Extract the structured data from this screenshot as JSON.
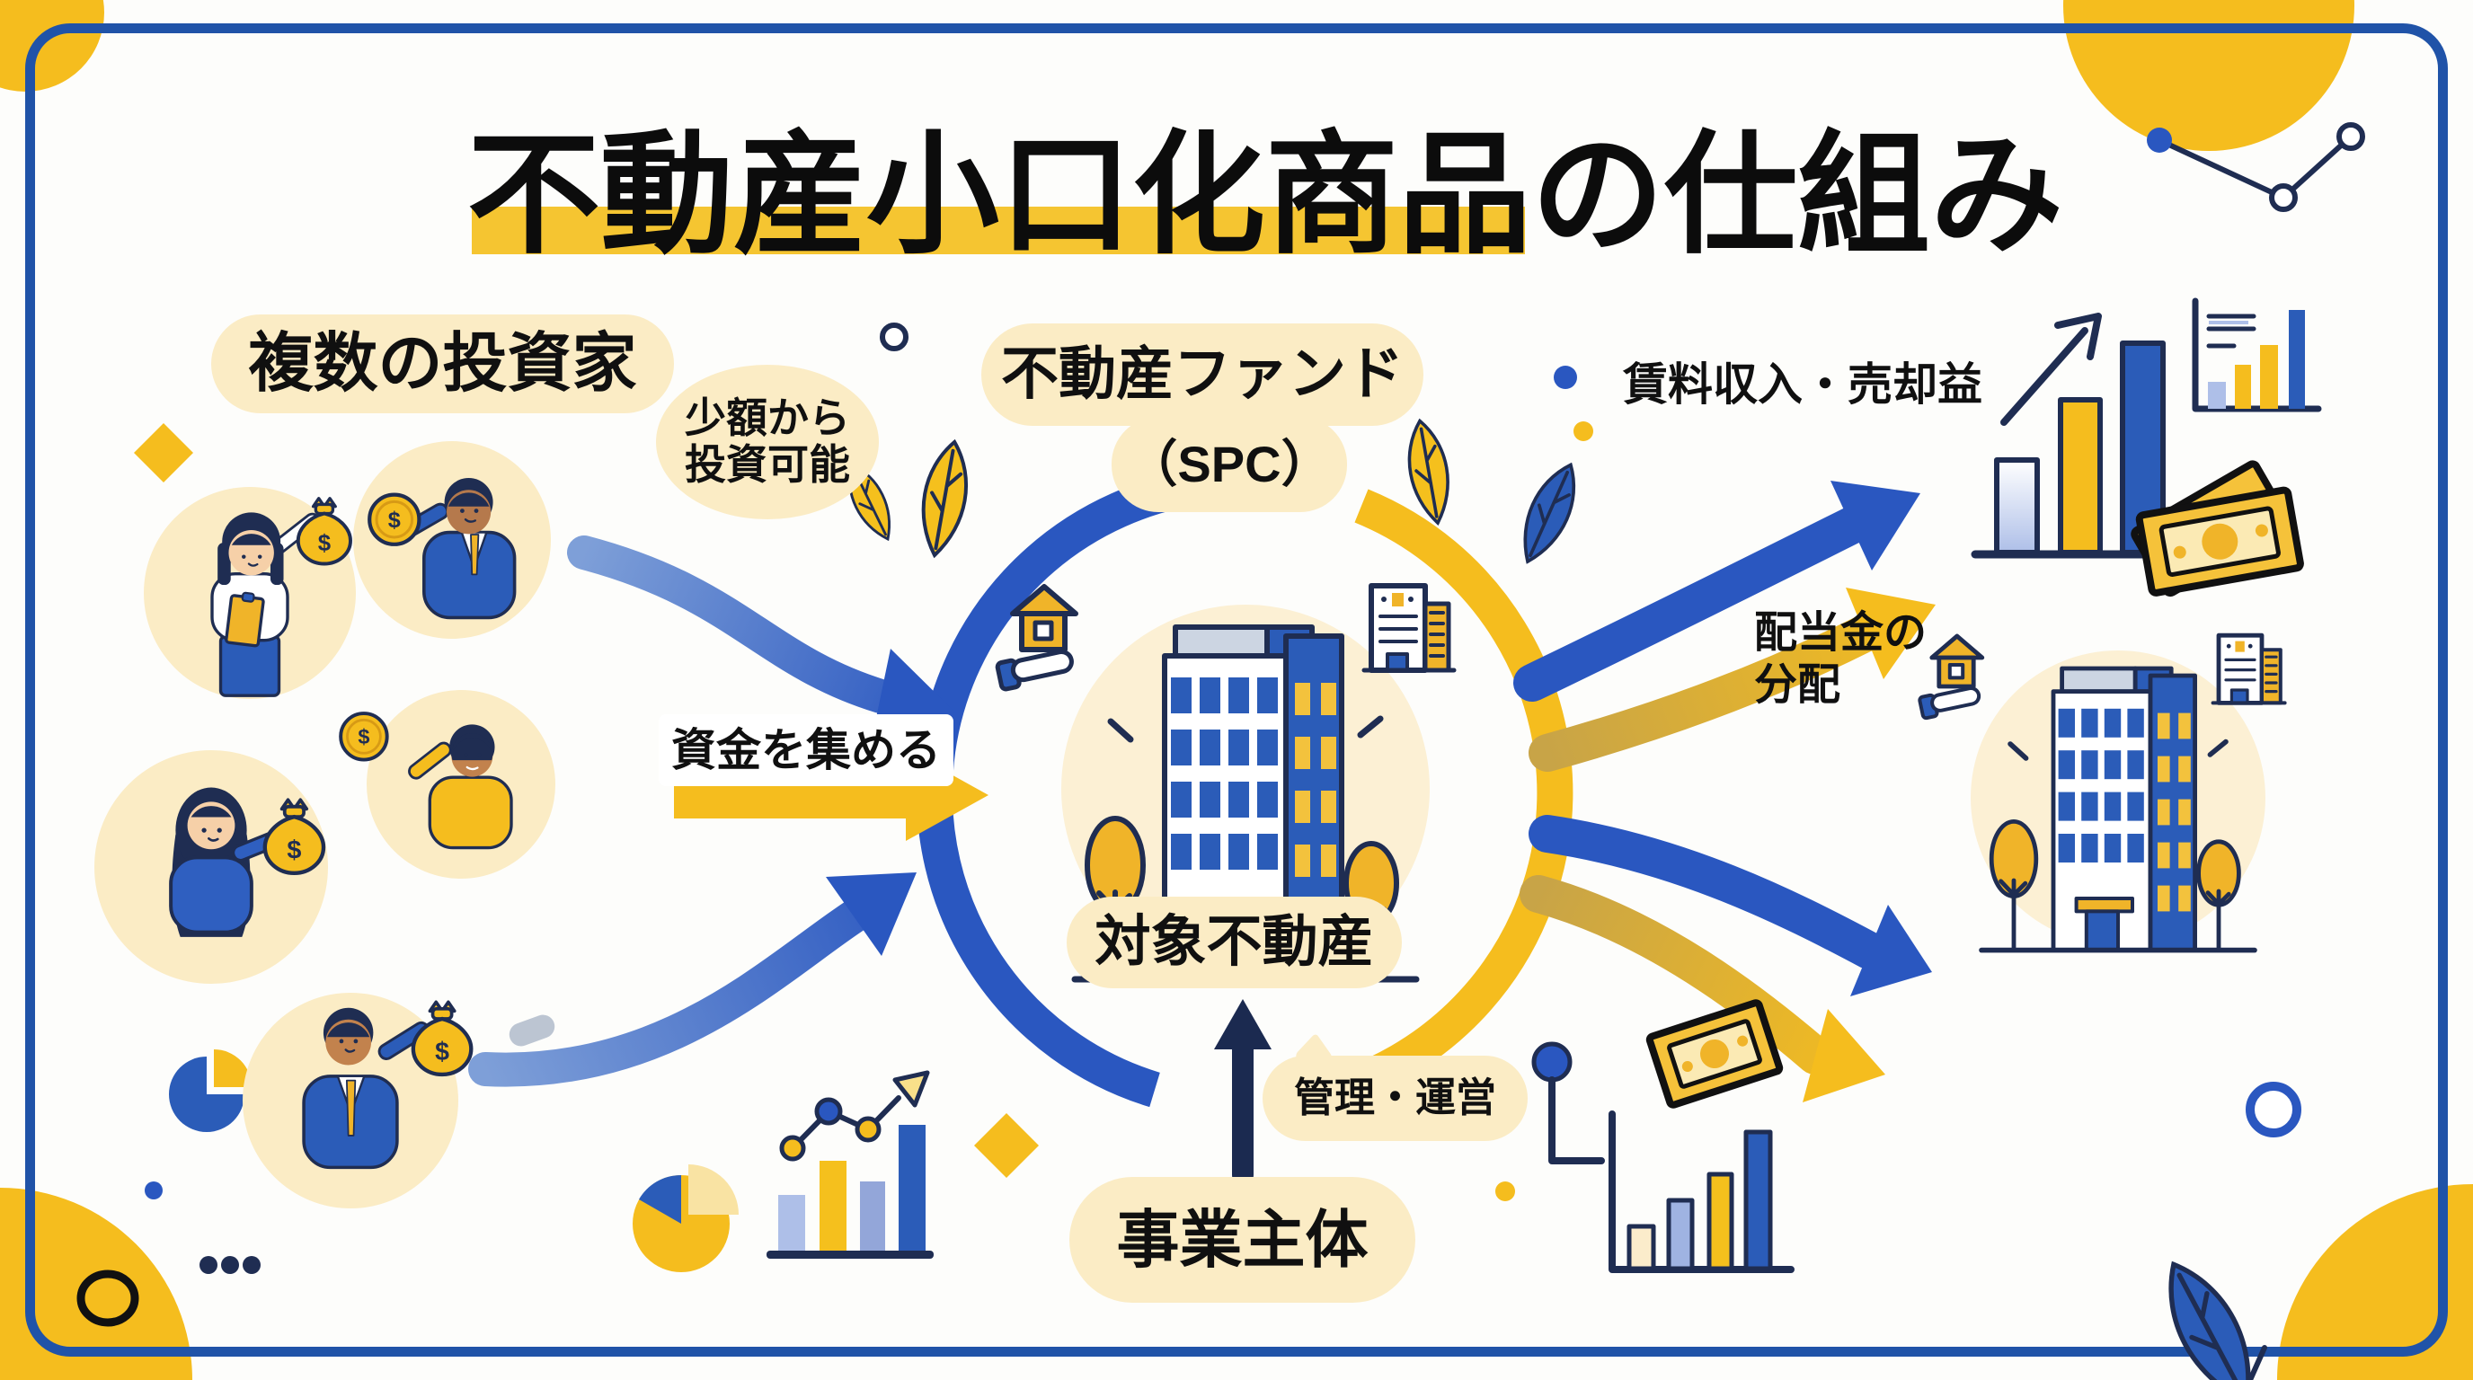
{
  "title": "不動産小口化商品の仕組み",
  "labels": {
    "investors": "複数の投資家",
    "small_investment": {
      "line1": "少額から",
      "line2": "投資可能"
    },
    "fund": {
      "line1": "不動産ファンド",
      "line2": "（SPC）"
    },
    "collect_funds": "資金を集める",
    "target_property": "対象不動産",
    "rental_income": "賃料収入・売却益",
    "dividend": {
      "line1": "配当金の",
      "line2": "分配"
    },
    "management": "管理・運営",
    "operator": "事業主体"
  },
  "symbols": {
    "currency": "$"
  },
  "colors": {
    "navy": "#1f2d52",
    "blue": "#2b5cb8",
    "blue_bright": "#2a57c0",
    "yellow": "#f5bd1e",
    "gold": "#f0b429",
    "cream": "#fbecc5",
    "cream_light": "#fcf0d4",
    "periwinkle": "#aebfe8",
    "frame_blue": "#2053a8",
    "skin_light": "#f6d0a8",
    "skin_tan": "#c2824d",
    "skin_brown": "#b5794c",
    "paper": "#fdfdfb",
    "highlight": "#f5c531"
  }
}
